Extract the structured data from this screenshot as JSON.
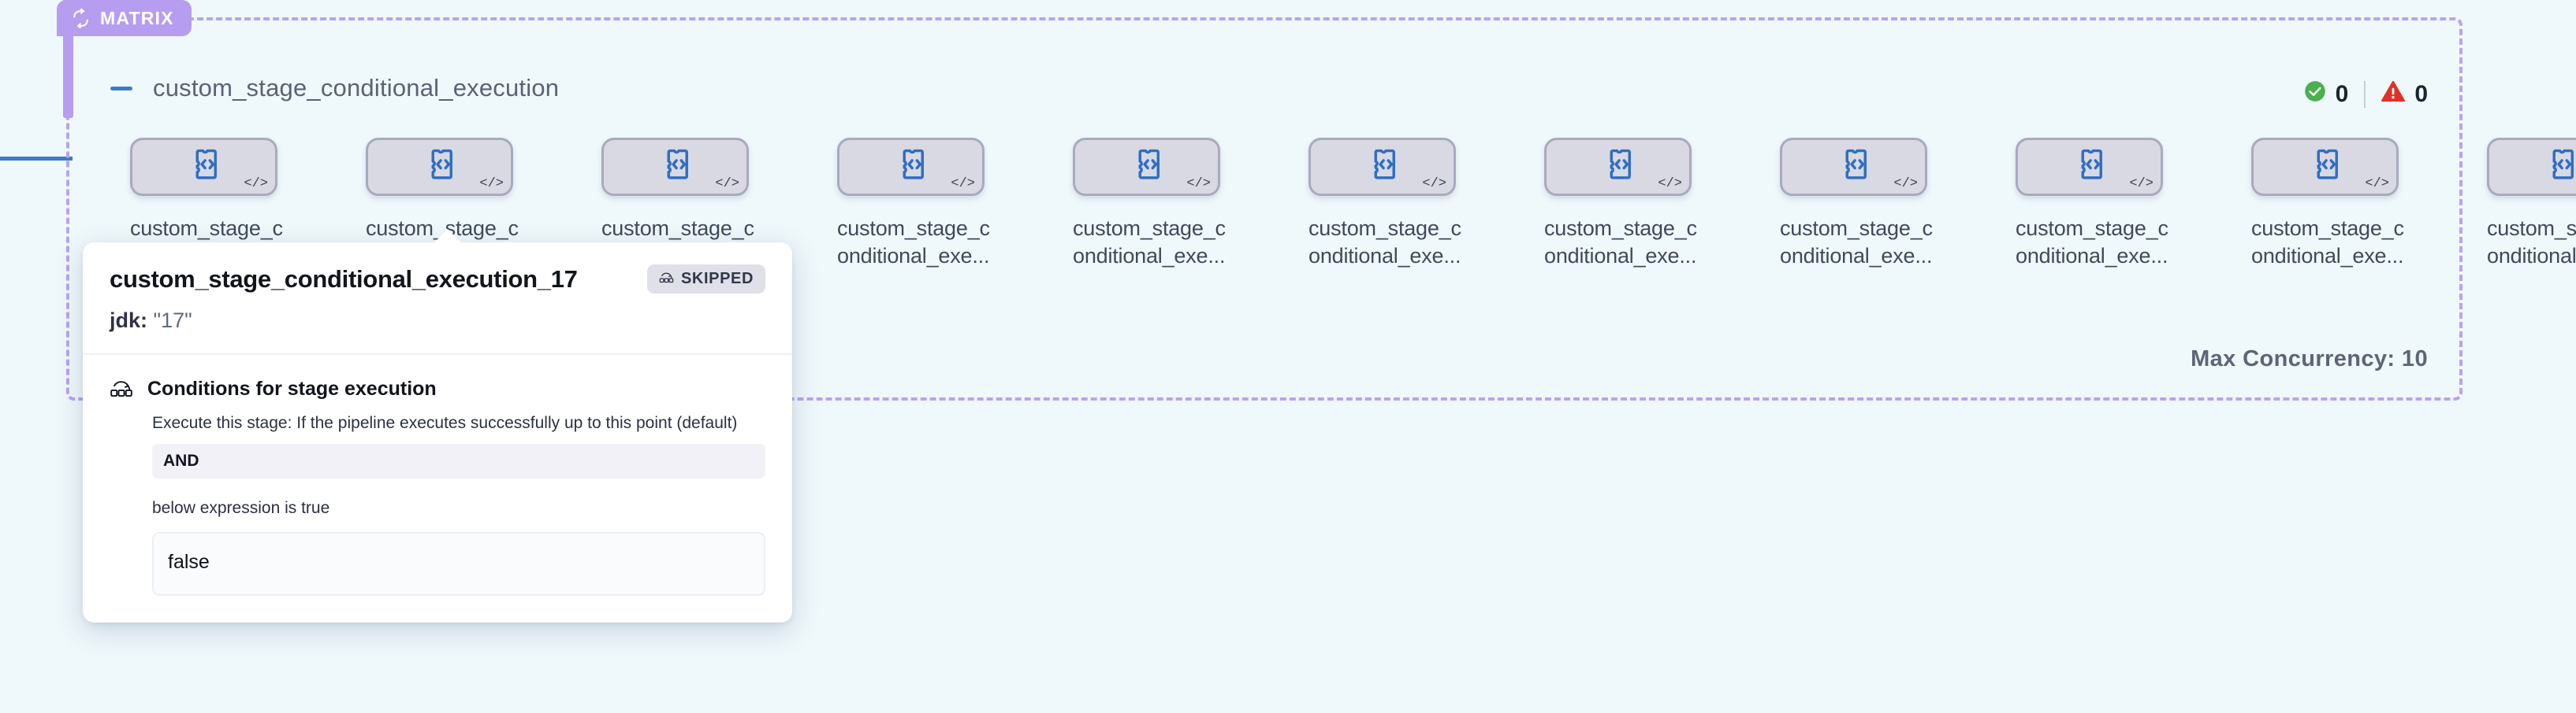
{
  "group": {
    "badge_label": "MATRIX",
    "badge_icon": "loop-icon",
    "title": "custom_stage_conditional_execution",
    "collapse_icon": "minus-icon",
    "max_concurrency": "Max Concurrency: 10",
    "status": {
      "success_icon": "check-circle-icon",
      "success_count": "0",
      "warning_icon": "warning-triangle-icon",
      "warning_count": "0",
      "success_color": "#4caf50",
      "warning_color": "#e03127"
    },
    "accent_color": "#b79df0",
    "edge_color": "#3d7bc6",
    "background_color": "#eff8fb"
  },
  "nodes": [
    {
      "label": "custom_stage_c\nonditional_exe...",
      "icon": "code-stage-icon",
      "corner_icon": "code-brackets-icon"
    },
    {
      "label": "custom_stage_c\nonditional_exe...",
      "icon": "code-stage-icon",
      "corner_icon": "code-brackets-icon"
    },
    {
      "label": "custom_stage_c\nonditional_exe...",
      "icon": "code-stage-icon",
      "corner_icon": "code-brackets-icon"
    },
    {
      "label": "custom_stage_c\nonditional_exe...",
      "icon": "code-stage-icon",
      "corner_icon": "code-brackets-icon"
    },
    {
      "label": "custom_stage_c\nonditional_exe...",
      "icon": "code-stage-icon",
      "corner_icon": "code-brackets-icon"
    },
    {
      "label": "custom_stage_c\nonditional_exe...",
      "icon": "code-stage-icon",
      "corner_icon": "code-brackets-icon"
    },
    {
      "label": "custom_stage_c\nonditional_exe...",
      "icon": "code-stage-icon",
      "corner_icon": "code-brackets-icon"
    },
    {
      "label": "custom_stage_c\nonditional_exe...",
      "icon": "code-stage-icon",
      "corner_icon": "code-brackets-icon"
    },
    {
      "label": "custom_stage_c\nonditional_exe...",
      "icon": "code-stage-icon",
      "corner_icon": "code-brackets-icon"
    },
    {
      "label": "custom_stage_c\nonditional_exe...",
      "icon": "code-stage-icon",
      "corner_icon": "code-brackets-icon"
    },
    {
      "label": "custom_stage_c\nonditional_exe...",
      "icon": "code-stage-icon",
      "corner_icon": "code-brackets-icon"
    }
  ],
  "tooltip": {
    "title": "custom_stage_conditional_execution_17",
    "status_badge": "SKIPPED",
    "status_badge_icon": "conditional-skip-icon",
    "matrix_key": "jdk:",
    "matrix_value": "\"17\"",
    "conditions_icon": "conditional-skip-icon",
    "conditions_title": "Conditions for stage execution",
    "conditions_desc": "Execute this stage: If the pipeline executes successfully up to this point (default)",
    "operator": "AND",
    "expression_label": "below expression is true",
    "expression_value": "false"
  }
}
